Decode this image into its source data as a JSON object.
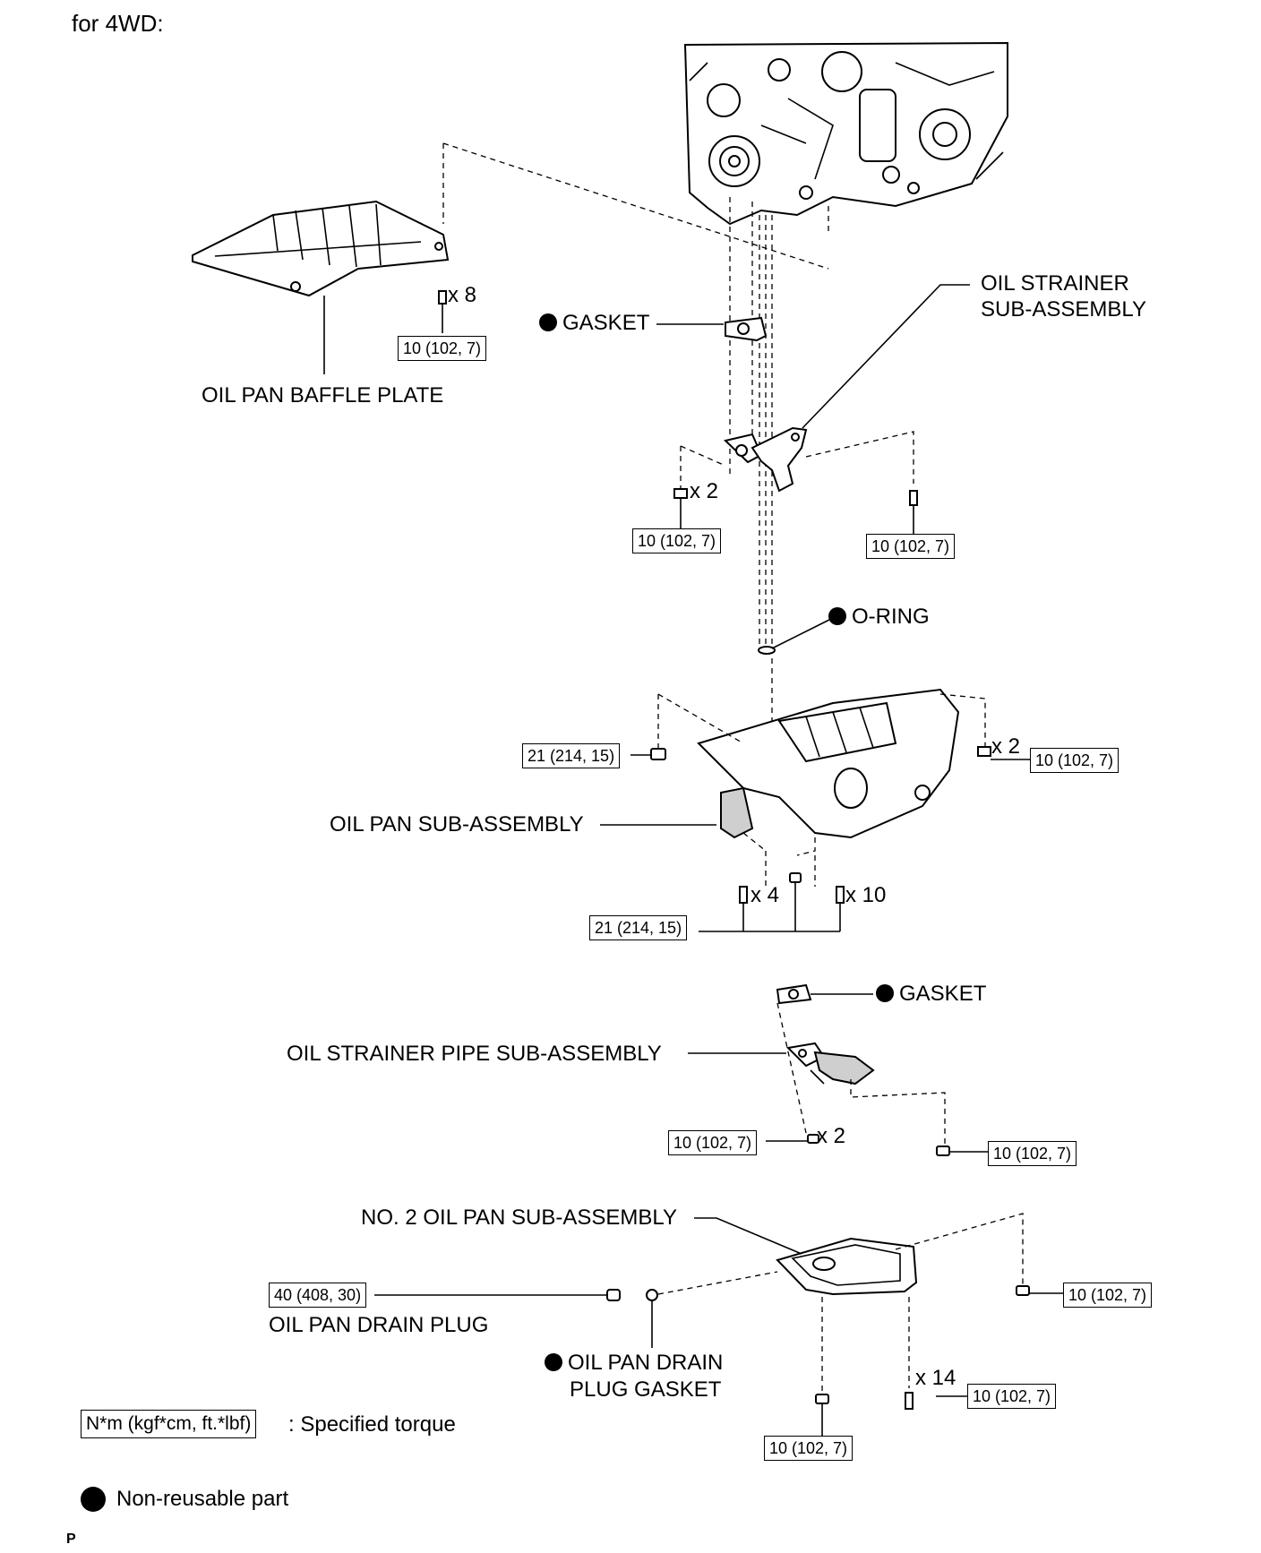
{
  "header": {
    "title": "for 4WD:"
  },
  "labels": {
    "oil_pan_baffle_plate": "OIL PAN BAFFLE PLATE",
    "gasket_top": "GASKET",
    "oil_strainer_line1": "OIL STRAINER",
    "oil_strainer_line2": "SUB-ASSEMBLY",
    "o_ring": "O-RING",
    "oil_pan_sub_assembly": "OIL PAN SUB-ASSEMBLY",
    "gasket_mid": "GASKET",
    "oil_strainer_pipe": "OIL STRAINER PIPE SUB-ASSEMBLY",
    "no2_oil_pan": "NO. 2 OIL PAN SUB-ASSEMBLY",
    "oil_pan_drain_plug": "OIL PAN DRAIN PLUG",
    "drain_gasket_line1": "OIL PAN DRAIN",
    "drain_gasket_line2": "PLUG GASKET"
  },
  "torques": {
    "baffle": "10 (102, 7)",
    "strainer_left": "10 (102, 7)",
    "strainer_right": "10 (102, 7)",
    "pan_left": "21 (214, 15)",
    "pan_right": "10 (102, 7)",
    "pan_bottom": "21 (214, 15)",
    "pipe_left": "10 (102, 7)",
    "pipe_right": "10 (102, 7)",
    "drain_plug": "40 (408, 30)",
    "no2_right": "10 (102, 7)",
    "no2_bottom": "10 (102, 7)",
    "no2_x14": "10 (102, 7)"
  },
  "counts": {
    "baffle": "x 8",
    "strainer": "x 2",
    "pan_right": "x 2",
    "pan_x4": "x 4",
    "pan_x10": "x 10",
    "pipe": "x 2",
    "no2": "x 14"
  },
  "legend": {
    "torque_box": "N*m (kgf*cm, ft.*lbf)",
    "torque_text": ": Specified torque",
    "non_reusable": "Non-reusable part"
  },
  "footer": {
    "code": "P"
  }
}
